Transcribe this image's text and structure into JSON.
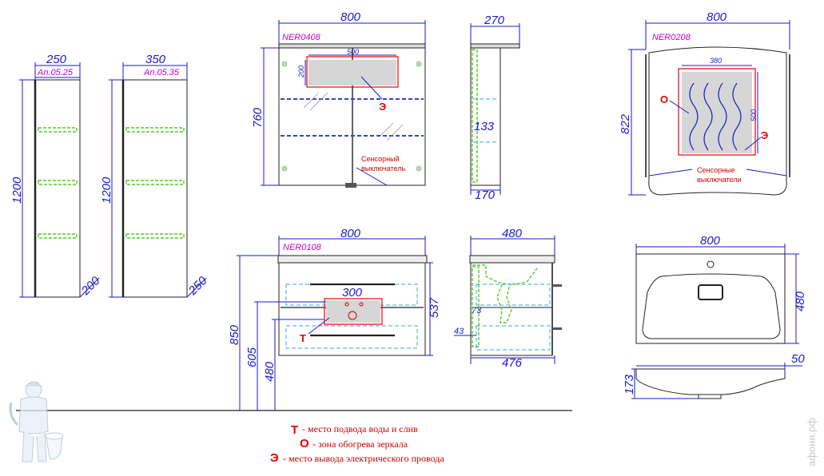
{
  "dimensions": {
    "col1_width": "250",
    "col1_height": "1200",
    "col1_depth": "200",
    "col2_width": "350",
    "col2_height": "1200",
    "col2_depth": "250",
    "mirror_width": "800",
    "mirror_height": "760",
    "mirror_heater_w": "500",
    "mirror_heater_h": "200",
    "mirror_side_depth": "270",
    "mirror_side_shelf": "133",
    "mirror_side_bottom": "170",
    "mirror2_width": "800",
    "mirror2_height": "822",
    "mirror2_heater_w": "380",
    "mirror2_heater_h": "500",
    "vanity_width": "800",
    "vanity_height": "537",
    "vanity_inner": "300",
    "vanity_h850": "850",
    "vanity_h605": "605",
    "vanity_h480": "480",
    "vanity_side_depth": "480",
    "vanity_side_bottom": "476",
    "vanity_side_73": "73",
    "vanity_side_43": "43",
    "sink_width": "800",
    "sink_depth": "480",
    "sink_lip": "50",
    "sink_height": "173"
  },
  "labels": {
    "col1_code": "An.05.25",
    "col2_code": "An.05.35",
    "mirror_code": "NER0408",
    "mirror2_code": "NER0208",
    "vanity_code": "NER0108",
    "switch_single_1": "Сенсорный",
    "switch_single_2": "выключатель",
    "switch_multi_1": "Сенсорные",
    "switch_multi_2": "выключатели"
  },
  "markers": {
    "t": "Т",
    "o": "О",
    "e": "Э"
  },
  "legend": [
    {
      "mark": "Т",
      "text": "- место подвода воды и слив"
    },
    {
      "mark": "О",
      "text": "- зона обогрева зеркала"
    },
    {
      "mark": "Э",
      "text": "- место вывода электрического провода"
    }
  ],
  "watermark": "афоня.рф",
  "colors": {
    "dimension": "#1a1acc",
    "code": "#cc00cc",
    "marker": "#ee0000",
    "shelf": "#55cc22",
    "drawer": "#33aadd"
  },
  "icons": [
    "plumber-mascot-icon"
  ]
}
